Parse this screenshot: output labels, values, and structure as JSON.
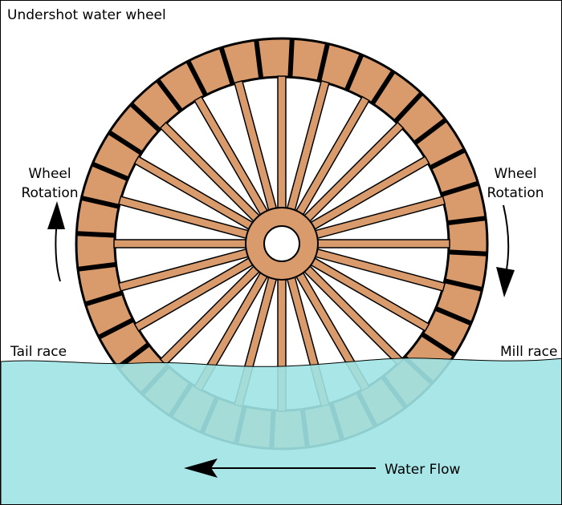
{
  "title": "Undershot water wheel",
  "labels": {
    "rotation_left": [
      "Wheel",
      "Rotation"
    ],
    "rotation_right": [
      "Wheel",
      "Rotation"
    ],
    "tail_race": "Tail race",
    "mill_race": "Mill race",
    "water_flow": "Water Flow"
  },
  "colors": {
    "wood": "#d99a6c",
    "water": "#9fe3e4",
    "outline": "#000000",
    "background": "#ffffff"
  },
  "wheel": {
    "spokes": 24,
    "paddles": 36
  }
}
